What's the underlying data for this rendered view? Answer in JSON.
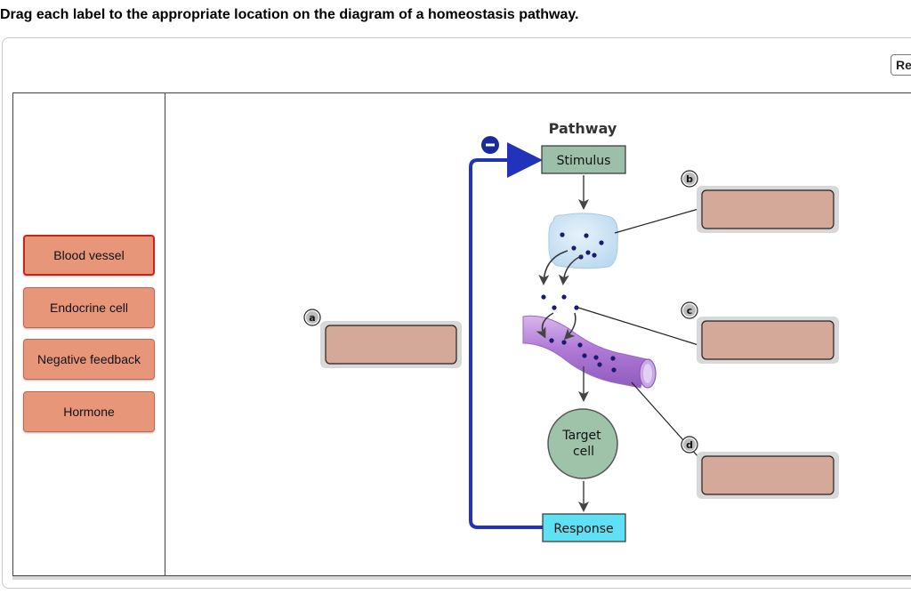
{
  "instruction": "Drag each label to the appropriate location on the diagram of a homeostasis pathway.",
  "reset_label": "Re",
  "labels": [
    {
      "text": "Blood vessel",
      "selected": true
    },
    {
      "text": "Endocrine cell",
      "selected": false
    },
    {
      "text": "Negative feedback",
      "selected": false
    },
    {
      "text": "Hormone",
      "selected": false
    }
  ],
  "diagram": {
    "title": "Pathway",
    "stimulus": "Stimulus",
    "target_line1": "Target",
    "target_line2": "cell",
    "response": "Response",
    "feedback_sign": "−",
    "markers": {
      "a": "a",
      "b": "b",
      "c": "c",
      "d": "d"
    }
  },
  "colors": {
    "tile": "#e8967a",
    "drop_zone": "#d5a999",
    "feedback_arrow": "#2233bb",
    "stimulus_box": "#9bbfa8",
    "response_box": "#5ee0f5",
    "target_cell": "#9fc3a9",
    "blood_vessel": "#b07ad6"
  }
}
